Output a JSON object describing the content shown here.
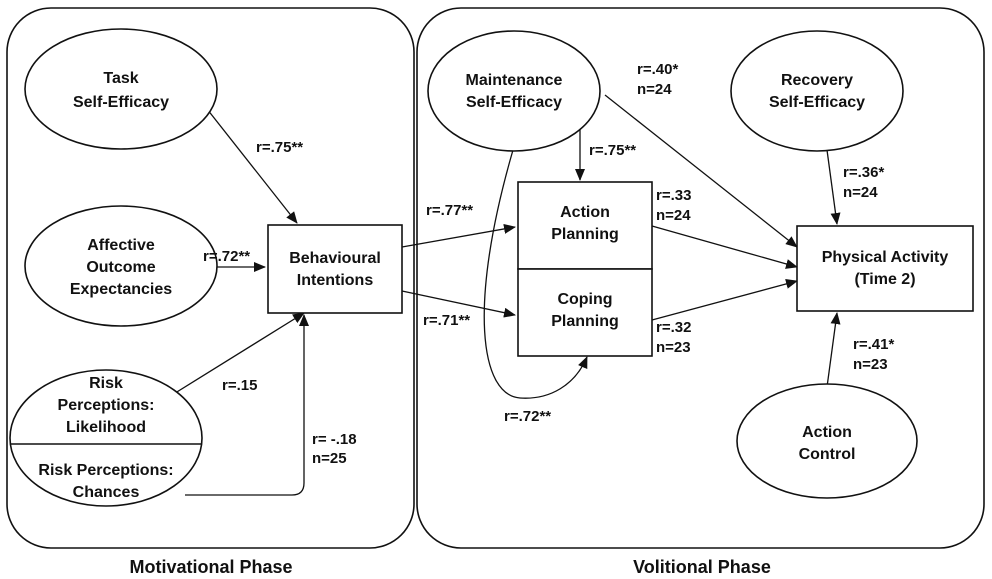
{
  "phases": {
    "motivational": "Motivational Phase",
    "volitional": "Volitional Phase"
  },
  "nodes": {
    "task_se": [
      "Task",
      "Self-Efficacy"
    ],
    "affective": [
      "Affective",
      "Outcome",
      "Expectancies"
    ],
    "risk_likelihood": [
      "Risk",
      "Perceptions:",
      "Likelihood"
    ],
    "risk_chances": [
      "Risk Perceptions:",
      "Chances"
    ],
    "intentions": [
      "Behavioural",
      "Intentions"
    ],
    "maintenance_se": [
      "Maintenance",
      "Self-Efficacy"
    ],
    "recovery_se": [
      "Recovery",
      "Self-Efficacy"
    ],
    "action_planning": [
      "Action",
      "Planning"
    ],
    "coping_planning": [
      "Coping",
      "Planning"
    ],
    "physical_activity": [
      "Physical Activity",
      "(Time 2)"
    ],
    "action_control": [
      "Action",
      "Control"
    ]
  },
  "coefficients": {
    "task_to_intentions": [
      "r=.75**"
    ],
    "affective_to_intentions": [
      "r=.72**"
    ],
    "likelihood_to_intentions": [
      "r=.15"
    ],
    "chances_to_intentions": [
      "r= -.18",
      "n=25"
    ],
    "intentions_to_action": [
      "r=.77**"
    ],
    "intentions_to_coping": [
      "r=.71**"
    ],
    "maintenance_to_action": [
      "r=.75**"
    ],
    "maintenance_to_coping": [
      "r=.72**"
    ],
    "maintenance_to_pa": [
      "r=.40*",
      "n=24"
    ],
    "action_to_pa": [
      "r=.33",
      "n=24"
    ],
    "coping_to_pa": [
      "r=.32",
      "n=23"
    ],
    "recovery_to_pa": [
      "r=.36*",
      "n=24"
    ],
    "control_to_pa": [
      "r=.41*",
      "n=23"
    ]
  }
}
